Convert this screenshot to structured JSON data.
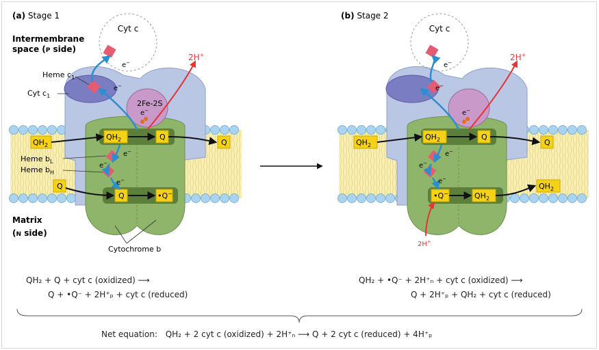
{
  "panel_a": {
    "letter": "(a)",
    "stage": "Stage 1",
    "ims_label_1": "Intermembrane",
    "ims_label_2": "space (",
    "ims_side": "P",
    "ims_side_tail": " side)",
    "matrix_label": "Matrix",
    "matrix_side_1": "(",
    "matrix_side": "N",
    "matrix_side_tail": " side)",
    "cyt_c": "Cyt c",
    "heme_c1": "Heme c",
    "heme_c1_sub": "1",
    "cyt_c1": "Cyt c",
    "cyt_c1_sub": "1",
    "fes": "2Fe-2S",
    "two_h": "2H",
    "two_h_sup": "+",
    "qh2_left": "QH",
    "qh2_left_sub": "2",
    "qh2_site": "QH",
    "qh2_site_sub": "2",
    "q_site": "Q",
    "q_out": "Q",
    "heme_bl": "Heme b",
    "heme_bl_sub": "L",
    "heme_bh": "Heme b",
    "heme_bh_sub": "H",
    "q_in": "Q",
    "q_n": "Q",
    "q_radical": "•Q",
    "q_radical_sup": "−",
    "cytochrome_b": "Cytochrome b",
    "electron": "e",
    "electron_sup": "−"
  },
  "panel_b": {
    "letter": "(b)",
    "stage": "Stage 2",
    "cyt_c": "Cyt c",
    "two_h_top": "2H",
    "two_h_top_sup": "+",
    "qh2_left": "QH",
    "qh2_left_sub": "2",
    "qh2_site": "QH",
    "qh2_site_sub": "2",
    "q_site": "Q",
    "q_out": "Q",
    "q_radical": "•Q",
    "q_radical_sup": "−",
    "qh2_n": "QH",
    "qh2_n_sub": "2",
    "qh2_out": "QH",
    "qh2_out_sub": "2",
    "two_h_bottom": "2H",
    "two_h_bottom_sup": "+",
    "electron": "e",
    "electron_sup": "−"
  },
  "equations": {
    "stage1_line1": "QH₂ + Q + cyt c (oxidized) ⟶",
    "stage1_line2": "Q + •Q⁻ + 2H⁺ₚ + cyt c (reduced)",
    "stage2_line1": "QH₂ + •Q⁻ + 2H⁺ₙ + cyt c (oxidized) ⟶",
    "stage2_line2": "Q + 2H⁺ₚ + QH₂ + cyt c (reduced)",
    "net_label": "Net equation:",
    "net_equation": "QH₂ + 2 cyt c (oxidized) + 2H⁺ₙ ⟶ Q + 2 cyt c (reduced) + 4H⁺ₚ"
  },
  "colors": {
    "membrane_band": "#f7eeb0",
    "lipid_head": "#a9d3ef",
    "cyt_c1_protein": "#7a7dc2",
    "cyt_c1_outer": "#b9c6e4",
    "iron_sulfur_protein": "#c999c9",
    "cyt_b": "#8fb56a",
    "quinone_box": "#f5d218",
    "heme_red": "#e55b72",
    "electron_arrow": "#2a8fd0",
    "proton_arrow": "#e23535"
  }
}
